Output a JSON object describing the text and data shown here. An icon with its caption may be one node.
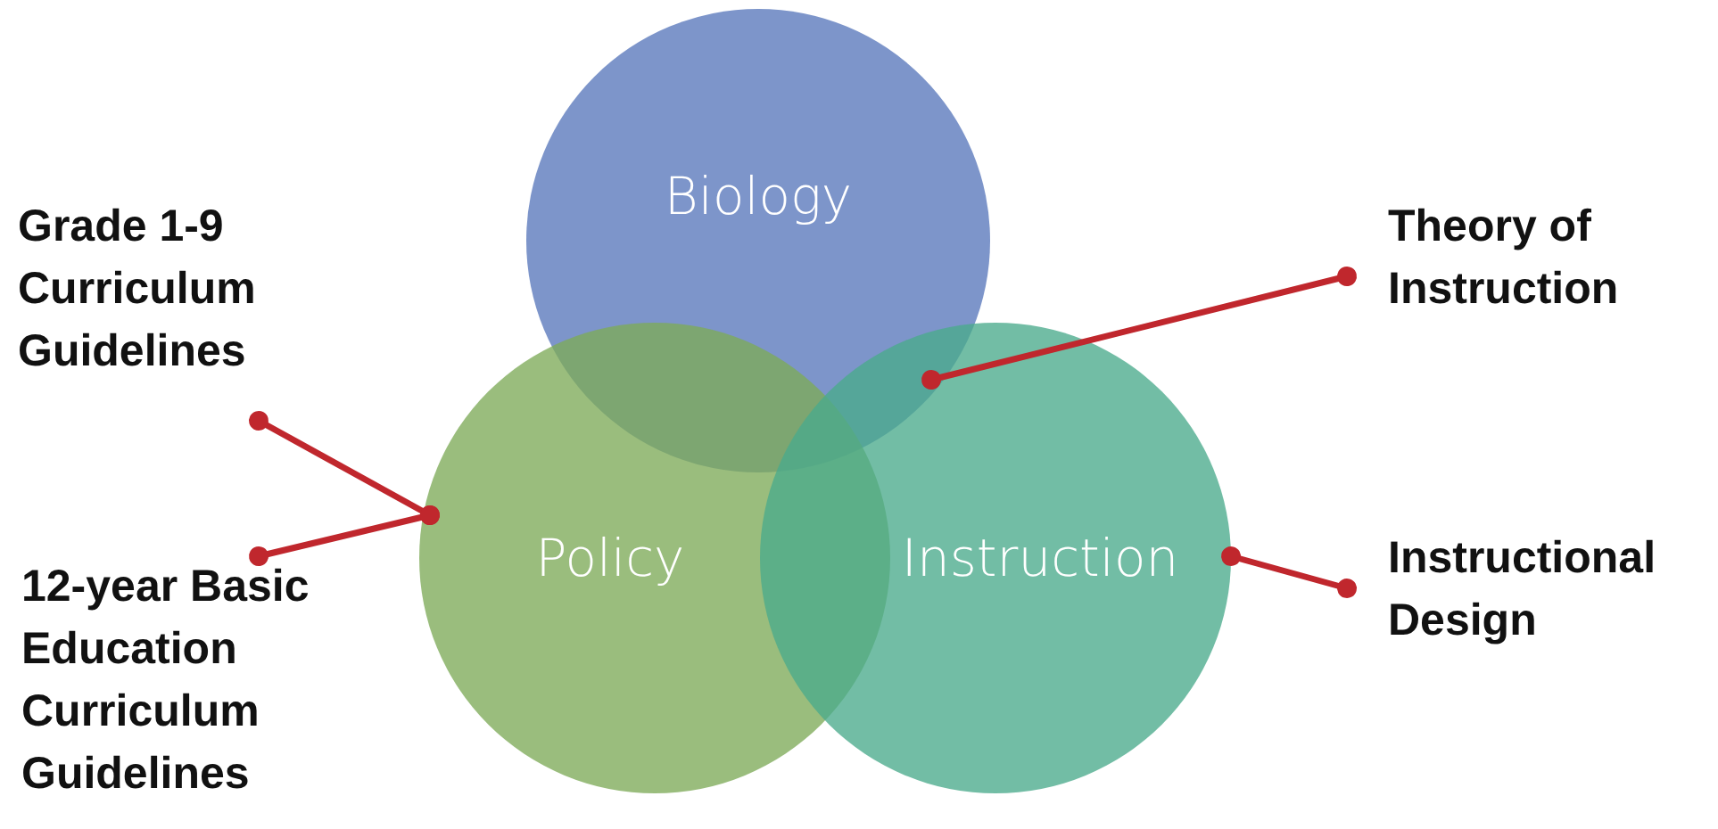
{
  "diagram": {
    "nodes": [
      {
        "text": [
          "Biology"
        ]
      },
      {
        "text": [
          "Policy"
        ]
      },
      {
        "text": [
          "Instruction"
        ]
      },
      {
        "text": [
          "Grade 1-9 Curriculum Guidelines"
        ]
      },
      {
        "text": [
          "12-year Basic Education Curriculum Guidelines"
        ]
      },
      {
        "text": [
          "Theory of Instruction"
        ]
      },
      {
        "text": [
          "Instructional Design"
        ]
      }
    ],
    "edges": [
      {
        "from": 3,
        "to": 1,
        "arrow": "other",
        "color": "#c0272d"
      },
      {
        "from": 4,
        "to": 1,
        "arrow": "other",
        "color": "#c0272d"
      },
      {
        "from": 5,
        "to": 0,
        "arrow": "other",
        "color": "#c0272d"
      },
      {
        "from": 6,
        "to": 2,
        "arrow": "other",
        "color": "#c0272d"
      }
    ]
  }
}
